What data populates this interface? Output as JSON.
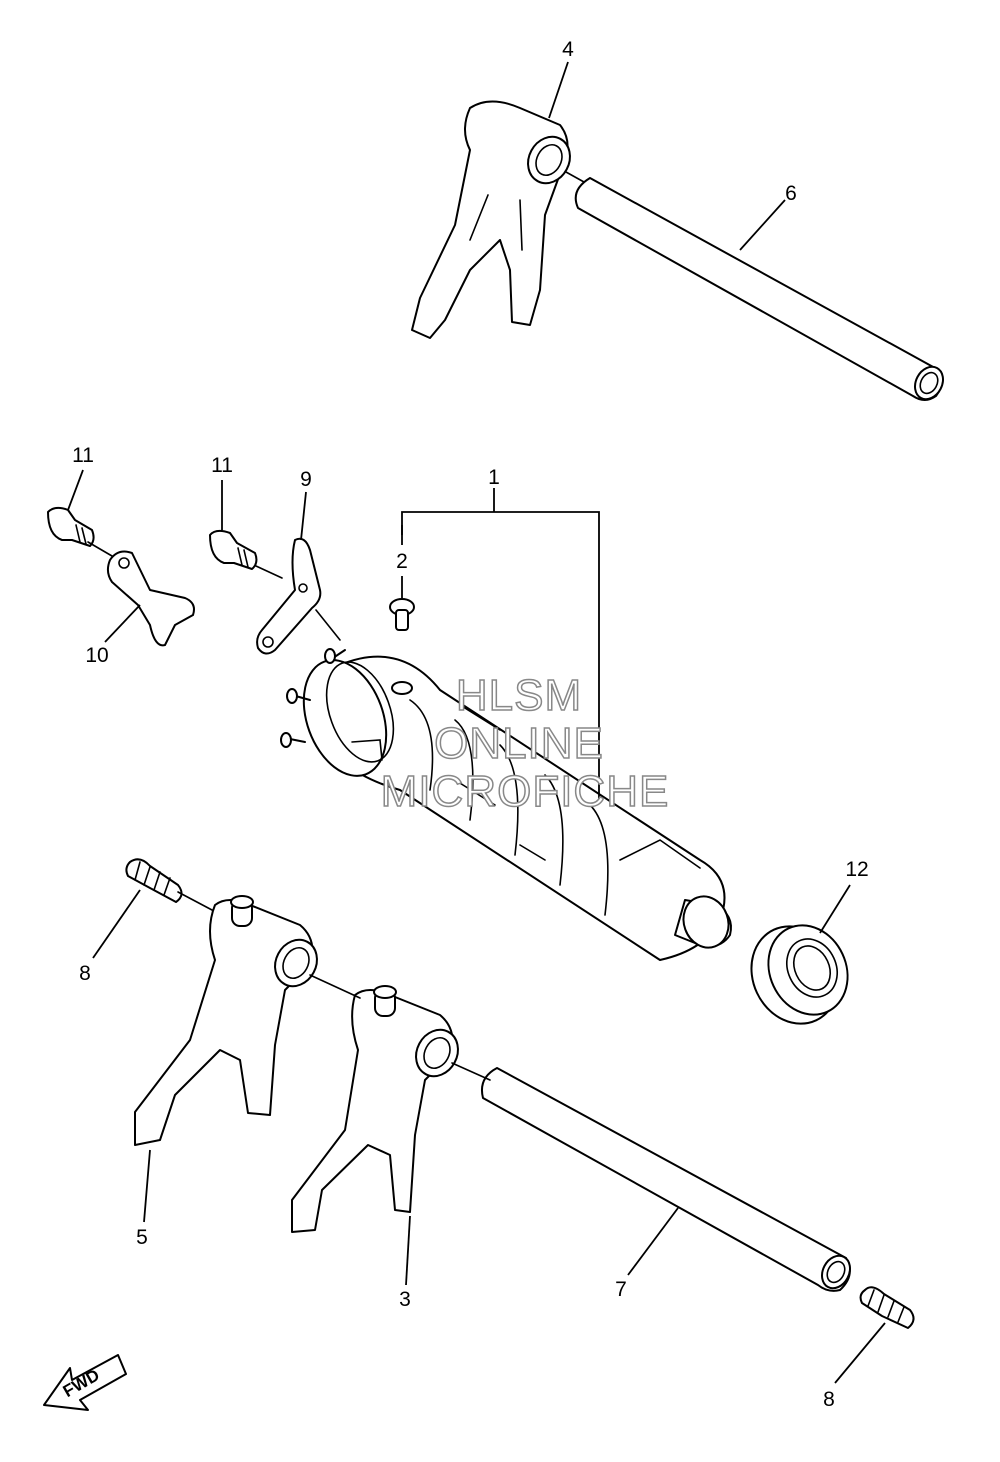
{
  "callouts": [
    {
      "id": "c1",
      "label": "1"
    },
    {
      "id": "c2",
      "label": "2"
    },
    {
      "id": "c3",
      "label": "3"
    },
    {
      "id": "c4",
      "label": "4"
    },
    {
      "id": "c5",
      "label": "5"
    },
    {
      "id": "c6",
      "label": "6"
    },
    {
      "id": "c7",
      "label": "7"
    },
    {
      "id": "c8a",
      "label": "8"
    },
    {
      "id": "c8b",
      "label": "8"
    },
    {
      "id": "c9",
      "label": "9"
    },
    {
      "id": "c10",
      "label": "10"
    },
    {
      "id": "c11a",
      "label": "11"
    },
    {
      "id": "c11b",
      "label": "11"
    },
    {
      "id": "c12",
      "label": "12"
    }
  ],
  "watermark": {
    "line1": "HLSM",
    "line2": "ONLINE",
    "line3": "MICROFICHE"
  },
  "direction_arrow": {
    "label": "FWD",
    "icon": "forward-arrow-icon"
  }
}
